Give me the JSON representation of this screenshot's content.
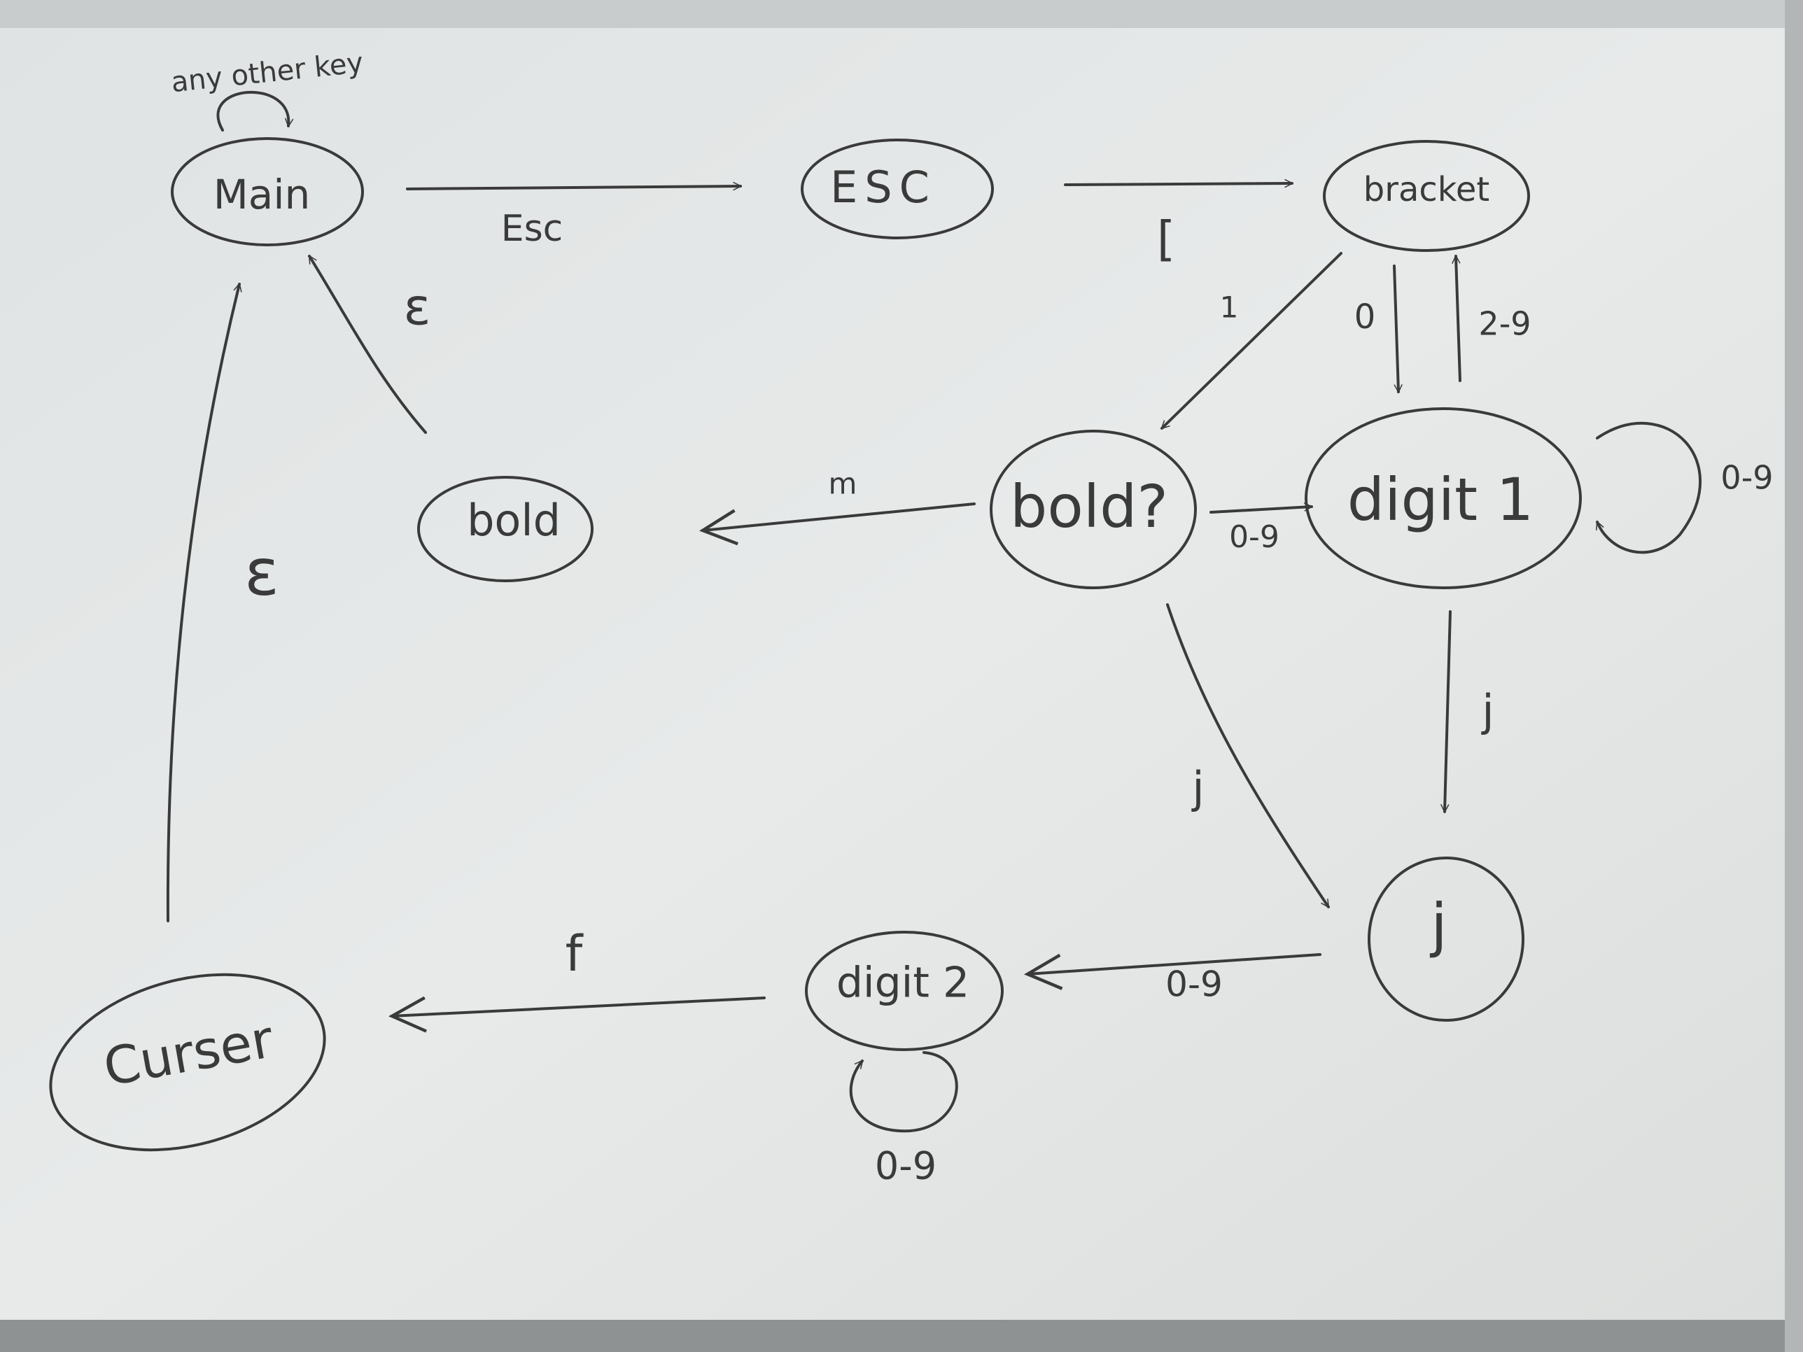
{
  "diagram": {
    "states": {
      "main": "Main",
      "esc": "ESC",
      "bracket": "bracket",
      "bold": "bold",
      "bold_q": "bold?",
      "digit1": "digit 1",
      "j": "j",
      "digit2": "digit 2",
      "curser": "Curser"
    },
    "transitions": {
      "main_self": "any other key",
      "main_to_esc": "Esc",
      "esc_to_bracket": "[",
      "bracket_to_boldq": "1",
      "bracket_to_digit1": "0",
      "digit1_to_bracket": "2-9",
      "boldq_to_digit1": "0-9",
      "digit1_self": "0-9",
      "boldq_to_bold": "m",
      "bold_to_main": "ε",
      "curser_to_main": "ε",
      "boldq_to_j": "j",
      "digit1_to_j": "j",
      "j_to_digit2": "0-9",
      "digit2_self": "0-9",
      "digit2_to_curser": "f"
    }
  },
  "colors": {
    "ink": "#3a3a3a",
    "board": "#e4e7e6"
  }
}
